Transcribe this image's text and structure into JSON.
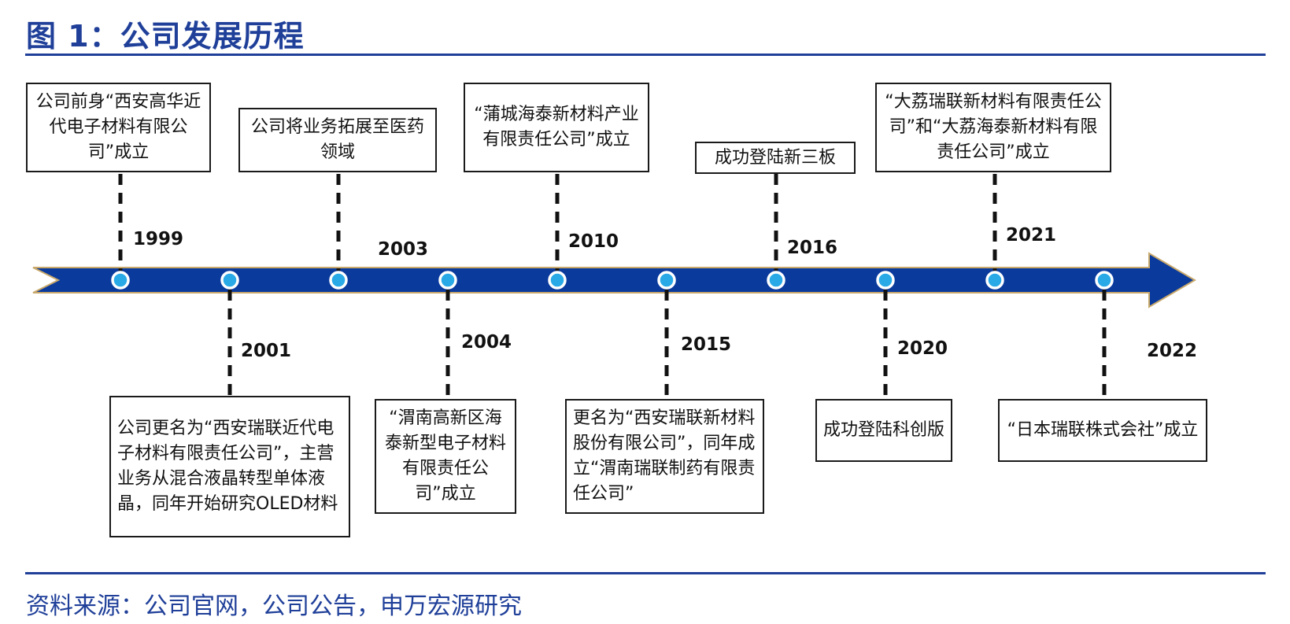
{
  "header": {
    "title": "图 1：公司发展历程"
  },
  "footer": {
    "source": "资料来源：公司官网，公司公告，申万宏源研究"
  },
  "colors": {
    "brand_blue": "#1f3f99",
    "arrow_blue": "#0a3a9c",
    "node_cyan": "#29a9e6"
  },
  "events": [
    {
      "year": "1999",
      "text": "公司前身“西安高华近代电子材料有限公司”成立"
    },
    {
      "year": "2001",
      "text": "公司更名为“西安瑞联近代电子材料有限责任公司”，主营业务从混合液晶转型单体液晶，同年开始研究OLED材料"
    },
    {
      "year": "2003",
      "text": "公司将业务拓展至医药领域"
    },
    {
      "year": "2004",
      "text": "“渭南高新区海泰新型电子材料有限责任公司”成立"
    },
    {
      "year": "2010",
      "text": "“蒲城海泰新材料产业有限责任公司”成立"
    },
    {
      "year": "2015",
      "text": "更名为“西安瑞联新材料股份有限公司”，同年成立“渭南瑞联制药有限责任公司”"
    },
    {
      "year": "2016",
      "text": "成功登陆新三板"
    },
    {
      "year": "2020",
      "text": "成功登陆科创版"
    },
    {
      "year": "2021",
      "text": "“大荔瑞联新材料有限责任公司”和“大荔海泰新材料有限责任公司”成立"
    },
    {
      "year": "2022",
      "text": "“日本瑞联株式会社”成立"
    }
  ]
}
